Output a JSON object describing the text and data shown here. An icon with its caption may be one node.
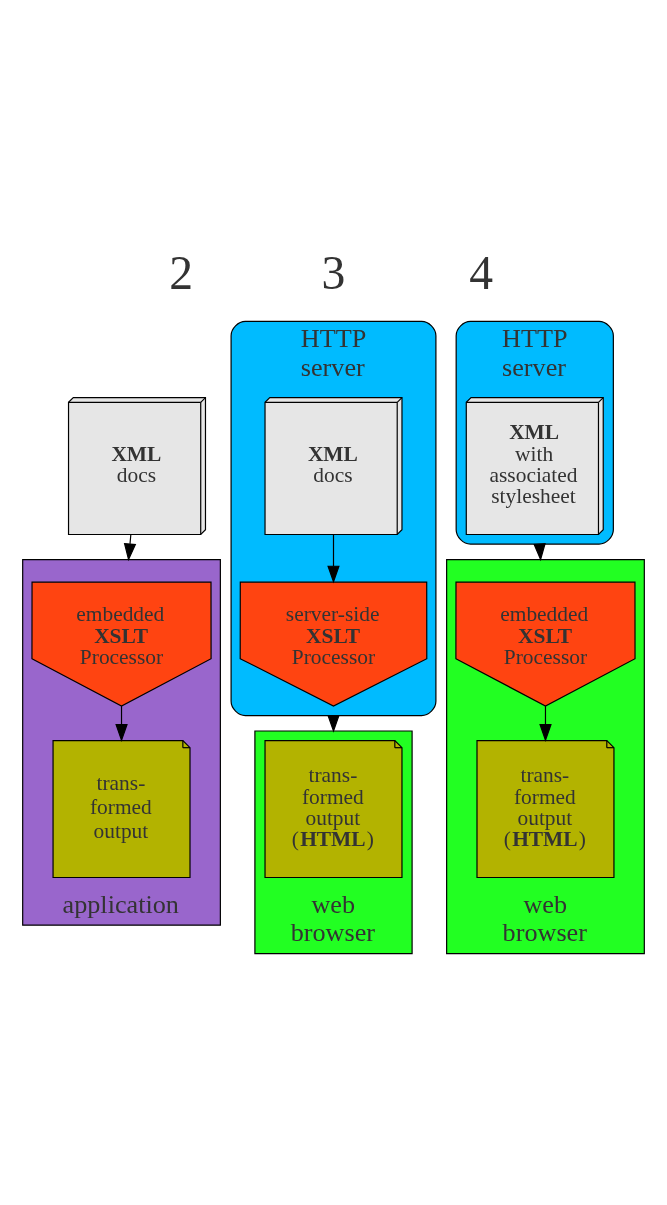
{
  "diagram": {
    "nodes": [
      {
        "text": [
          "**XML** docs"
        ]
      },
      {
        "text": [
          "application"
        ]
      },
      {
        "text": [
          "embedded **XSLT** Processor"
        ],
        "in": 1
      },
      {
        "text": [
          "trans- formed output"
        ],
        "in": 1
      },
      {
        "text": [
          "HTTP server"
        ]
      },
      {
        "text": [
          "**XML** docs"
        ],
        "in": 4
      },
      {
        "text": [
          "server-side **XSLT** Processor"
        ],
        "in": 4
      },
      {
        "text": [
          "web browser"
        ]
      },
      {
        "text": [
          "trans- formed output (**HTML**)"
        ],
        "in": 7
      },
      {
        "text": [
          "HTTP server"
        ]
      },
      {
        "text": [
          "**XML** with associated stylesheet"
        ],
        "in": 9
      },
      {
        "text": [
          "web browser"
        ]
      },
      {
        "text": [
          "embedded **XSLT** Processor"
        ],
        "in": 11
      },
      {
        "text": [
          "trans- formed output (**HTML**)"
        ],
        "in": 11
      }
    ],
    "edges": [
      {
        "from": 0,
        "to": 1,
        "arrow": "to"
      },
      {
        "from": 2,
        "to": 3,
        "arrow": "to"
      },
      {
        "from": 5,
        "to": 6,
        "arrow": "to"
      },
      {
        "from": 4,
        "to": 7,
        "arrow": "to"
      },
      {
        "from": 9,
        "to": 11,
        "arrow": "to"
      },
      {
        "from": 12,
        "to": 13,
        "arrow": "to"
      }
    ],
    "labels": [
      "2",
      "3",
      "4"
    ]
  }
}
